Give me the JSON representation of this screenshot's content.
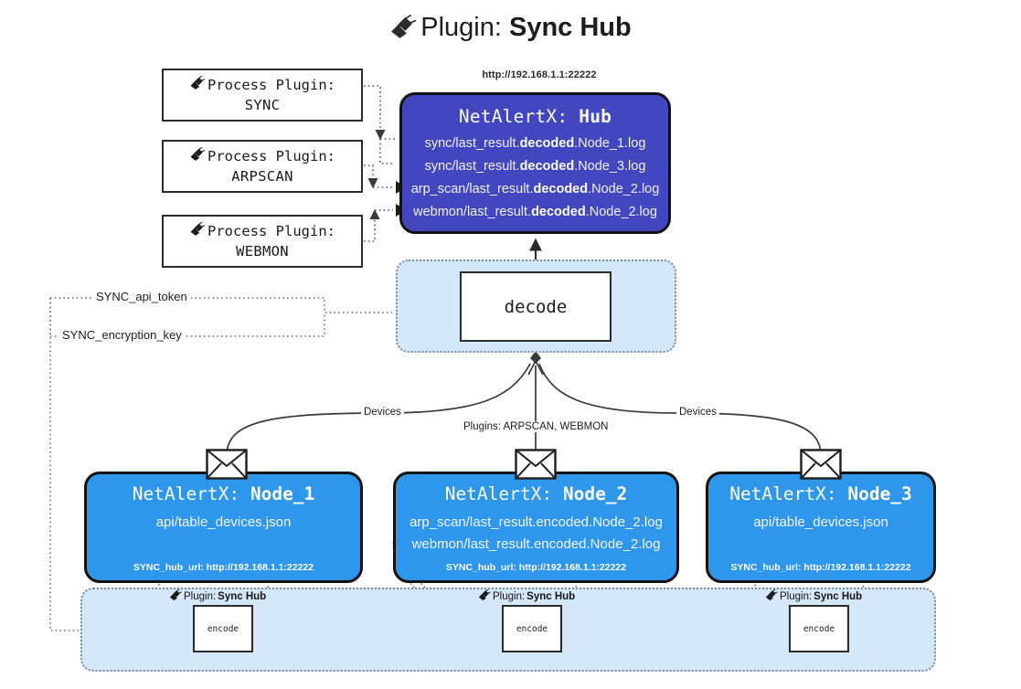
{
  "title": {
    "icon": "plug-icon",
    "prefix": "Plugin: ",
    "name": "Sync Hub"
  },
  "colors": {
    "hub_bg": "#4246bf",
    "node_bg": "#2e96eb",
    "pane_bg": "#d4e8fa",
    "box_border": "#2b2b2b",
    "page_bg": "#ffffff"
  },
  "process_plugins": [
    {
      "label": "Process Plugin:",
      "name": "SYNC"
    },
    {
      "label": "Process Plugin:",
      "name": "ARPSCAN"
    },
    {
      "label": "Process Plugin:",
      "name": "WEBMON"
    }
  ],
  "hub": {
    "url": "http://192.168.1.1:22222",
    "title_prefix": "NetAlertX: ",
    "title_name": "Hub",
    "logs": [
      {
        "pre": "sync/last_result.",
        "em": "decoded",
        "post": ".Node_1.log"
      },
      {
        "pre": "sync/last_result.",
        "em": "decoded",
        "post": ".Node_3.log"
      },
      {
        "pre": "arp_scan/last_result.",
        "em": "decoded",
        "post": ".Node_2.log"
      },
      {
        "pre": "webmon/last_result.",
        "em": "decoded",
        "post": ".Node_2.log"
      }
    ]
  },
  "decode": {
    "label": "decode"
  },
  "secrets": [
    {
      "label": "SYNC_api_token"
    },
    {
      "label": "SYNC_encryption_key"
    }
  ],
  "edge_labels": {
    "devices_left": "Devices",
    "devices_right": "Devices",
    "plugins_center": "Plugins: ARPSCAN, WEBMON"
  },
  "nodes": [
    {
      "title_prefix": "NetAlertX: ",
      "title_name": "Node_1",
      "lines": [
        "api/table_devices.json"
      ],
      "footer": "SYNC_hub_url: http://192.168.1.1:22222",
      "envelope_icon": "envelope-icon"
    },
    {
      "title_prefix": "NetAlertX: ",
      "title_name": "Node_2",
      "lines": [
        "arp_scan/last_result.encoded.Node_2.log",
        "webmon/last_result.encoded.Node_2.log"
      ],
      "footer": "SYNC_hub_url: http://192.168.1.1:22222",
      "envelope_icon": "envelope-icon"
    },
    {
      "title_prefix": "NetAlertX: ",
      "title_name": "Node_3",
      "lines": [
        "api/table_devices.json"
      ],
      "footer": "SYNC_hub_url: http://192.168.1.1:22222",
      "envelope_icon": "envelope-icon"
    }
  ],
  "encoders": [
    {
      "plugin_prefix": "Plugin: ",
      "plugin_name": "Sync Hub",
      "label": "encode",
      "icon": "plug-icon"
    },
    {
      "plugin_prefix": "Plugin: ",
      "plugin_name": "Sync Hub",
      "label": "encode",
      "icon": "plug-icon"
    },
    {
      "plugin_prefix": "Plugin: ",
      "plugin_name": "Sync Hub",
      "label": "encode",
      "icon": "plug-icon"
    }
  ]
}
